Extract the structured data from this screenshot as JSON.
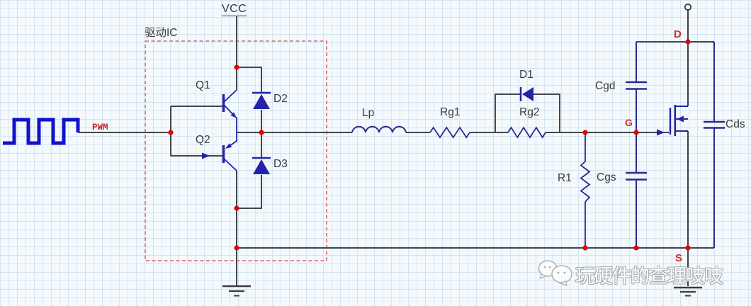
{
  "labels": {
    "vcc": "VCC",
    "driver_ic": "驱动IC",
    "pwm": "PWM",
    "q1": "Q1",
    "q2": "Q2",
    "d2": "D2",
    "d3": "D3",
    "lp": "Lp",
    "rg1": "Rg1",
    "d1": "D1",
    "rg2": "Rg2",
    "r1": "R1",
    "cgd": "Cgd",
    "cgs": "Cgs",
    "cds": "Cds",
    "pin_d": "D",
    "pin_g": "G",
    "pin_s": "S"
  },
  "watermark": {
    "text": "玩硬件的查理吱吱",
    "icon": "chat-bubbles-icon"
  },
  "colors": {
    "background": "#f3f9fc",
    "grid": "#d4e5ef",
    "wire": "#45454a",
    "component_navy": "#2323a8",
    "pwm_wave_blue": "#1212cc",
    "junction_dot_red": "#e00505",
    "dashed_box_red": "#dd6663",
    "pin_label_red": "#d42a2a",
    "text_gray": "#3a3a3a"
  },
  "diagram": {
    "type": "circuit-schematic",
    "blocks": [
      "driver-ic-push-pull",
      "gate-network",
      "mosfet-with-parasitics"
    ]
  }
}
